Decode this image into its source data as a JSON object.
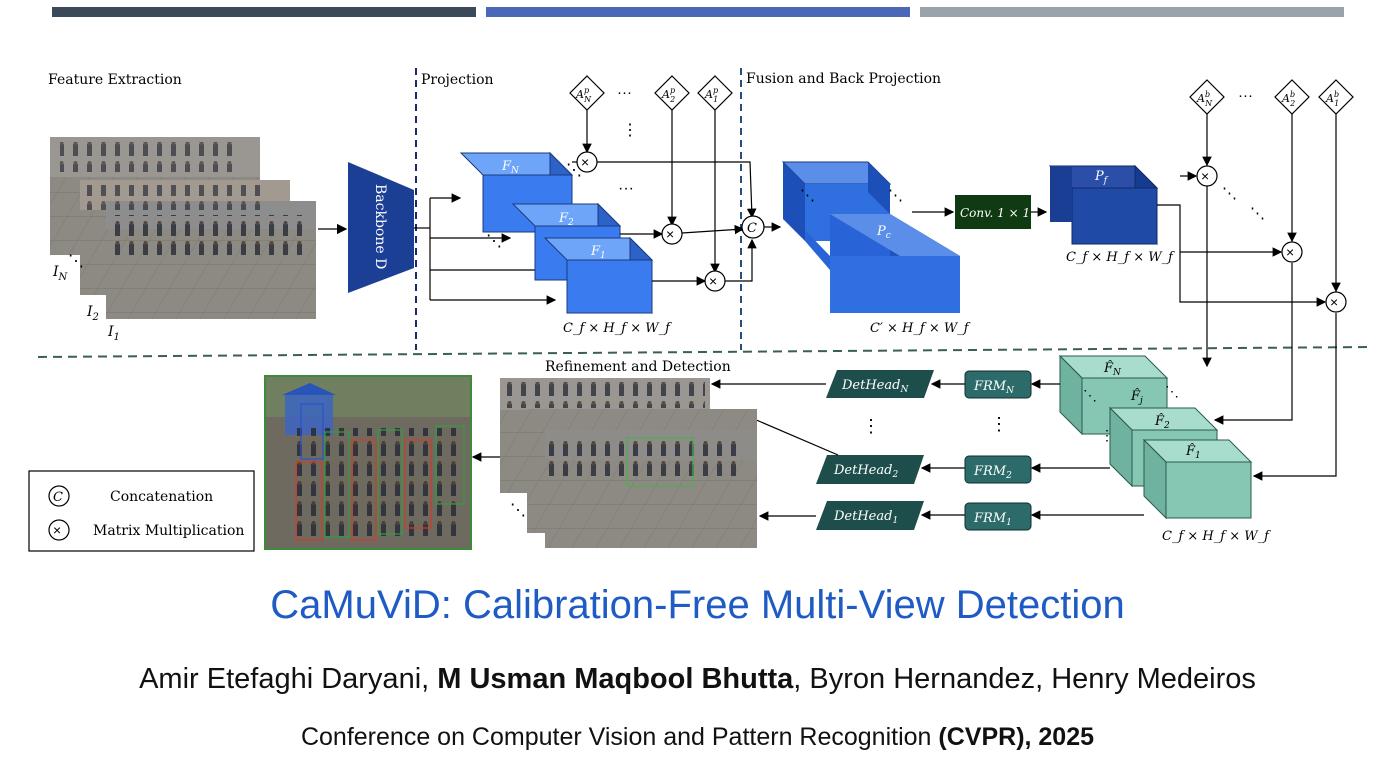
{
  "header_bars": [
    {
      "color": "#3b4a58"
    },
    {
      "color": "#4a67b8"
    },
    {
      "color": "#9aa2aa"
    }
  ],
  "diagram": {
    "sections": {
      "feature_extraction": "Feature Extraction",
      "projection": "Projection",
      "fusion": "Fusion and Back Projection",
      "refinement": "Refinement and Detection"
    },
    "backbone_label": "Backbone D",
    "image_labels": {
      "in": "I",
      "in_sub": "N",
      "i2": "I",
      "i2_sub": "2",
      "i1": "I",
      "i1_sub": "1"
    },
    "projection_matrices": {
      "pN": "A",
      "pN_sub": "N",
      "pN_sup": "p",
      "p2": "A",
      "p2_sub": "2",
      "p2_sup": "p",
      "p1": "A",
      "p1_sub": "1",
      "p1_sup": "p"
    },
    "back_matrices": {
      "bN": "A",
      "bN_sub": "N",
      "bN_sup": "b",
      "b2": "A",
      "b2_sub": "2",
      "b2_sup": "b",
      "b1": "A",
      "b1_sub": "1",
      "b1_sup": "b"
    },
    "features": {
      "fN": "F",
      "fN_sub": "N",
      "f2": "F",
      "f2_sub": "2",
      "f1": "F",
      "f1_sub": "1"
    },
    "dims_f": "C_f × H_f × W_f",
    "dims_c": "C′ × H_f × W_f",
    "pc": "P",
    "pc_sub": "c",
    "pf": "P",
    "pf_sub": "f",
    "conv": "Conv. 1 × 1",
    "concat_symbol": "C",
    "mult_symbol": "×",
    "refined": {
      "fN": "F̂",
      "fN_sub": "N",
      "fj": "F̂",
      "fj_sub": "j",
      "f2": "F̂",
      "f2_sub": "2",
      "f1": "F̂",
      "f1_sub": "1"
    },
    "frm": {
      "n": "FRM",
      "n_sub": "N",
      "two": "FRM",
      "two_sub": "2",
      "one": "FRM",
      "one_sub": "1"
    },
    "dethead": {
      "n": "DetHead",
      "n_sub": "N",
      "two": "DetHead",
      "two_sub": "2",
      "one": "DetHead",
      "one_sub": "1"
    },
    "legend": {
      "concat": "Concatenation",
      "mult": "Matrix Multiplication"
    },
    "colors": {
      "blue_feature": "#3a7cf0",
      "dark_blue": "#1c3f96",
      "teal": "#85c6b3",
      "dark_teal": "#1e4e4c",
      "conv": "#0f3a12"
    }
  },
  "title": "CaMuViD: Calibration-Free Multi-View Detection",
  "authors": {
    "a1": "Amir Etefaghi Daryani, ",
    "a2": "M Usman Maqbool Bhutta",
    "a3": ", Byron Hernandez, Henry Medeiros"
  },
  "venue": {
    "text": "Conference on Computer Vision and Pattern Recognition ",
    "bold": "(CVPR), 2025"
  }
}
